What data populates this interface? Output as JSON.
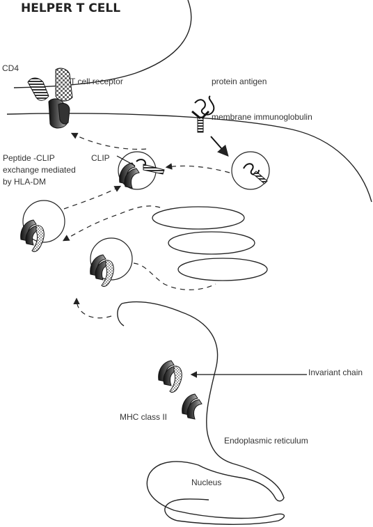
{
  "title": "HELPER T CELL",
  "labels": {
    "cd4": "CD4",
    "tcr": "T cell receptor",
    "protein_antigen": "protein antigen",
    "membrane_ig": "membrane  immunoglobulin",
    "clip": "CLIP",
    "exchange_line1": "Peptide -CLIP",
    "exchange_line2": "exchange mediated",
    "exchange_line3": "by HLA-DM",
    "invariant_chain": "Invariant chain",
    "mhc_class_ii": "MHC class II",
    "er": "Endoplasmic reticulum",
    "nucleus": "Nucleus"
  }
}
